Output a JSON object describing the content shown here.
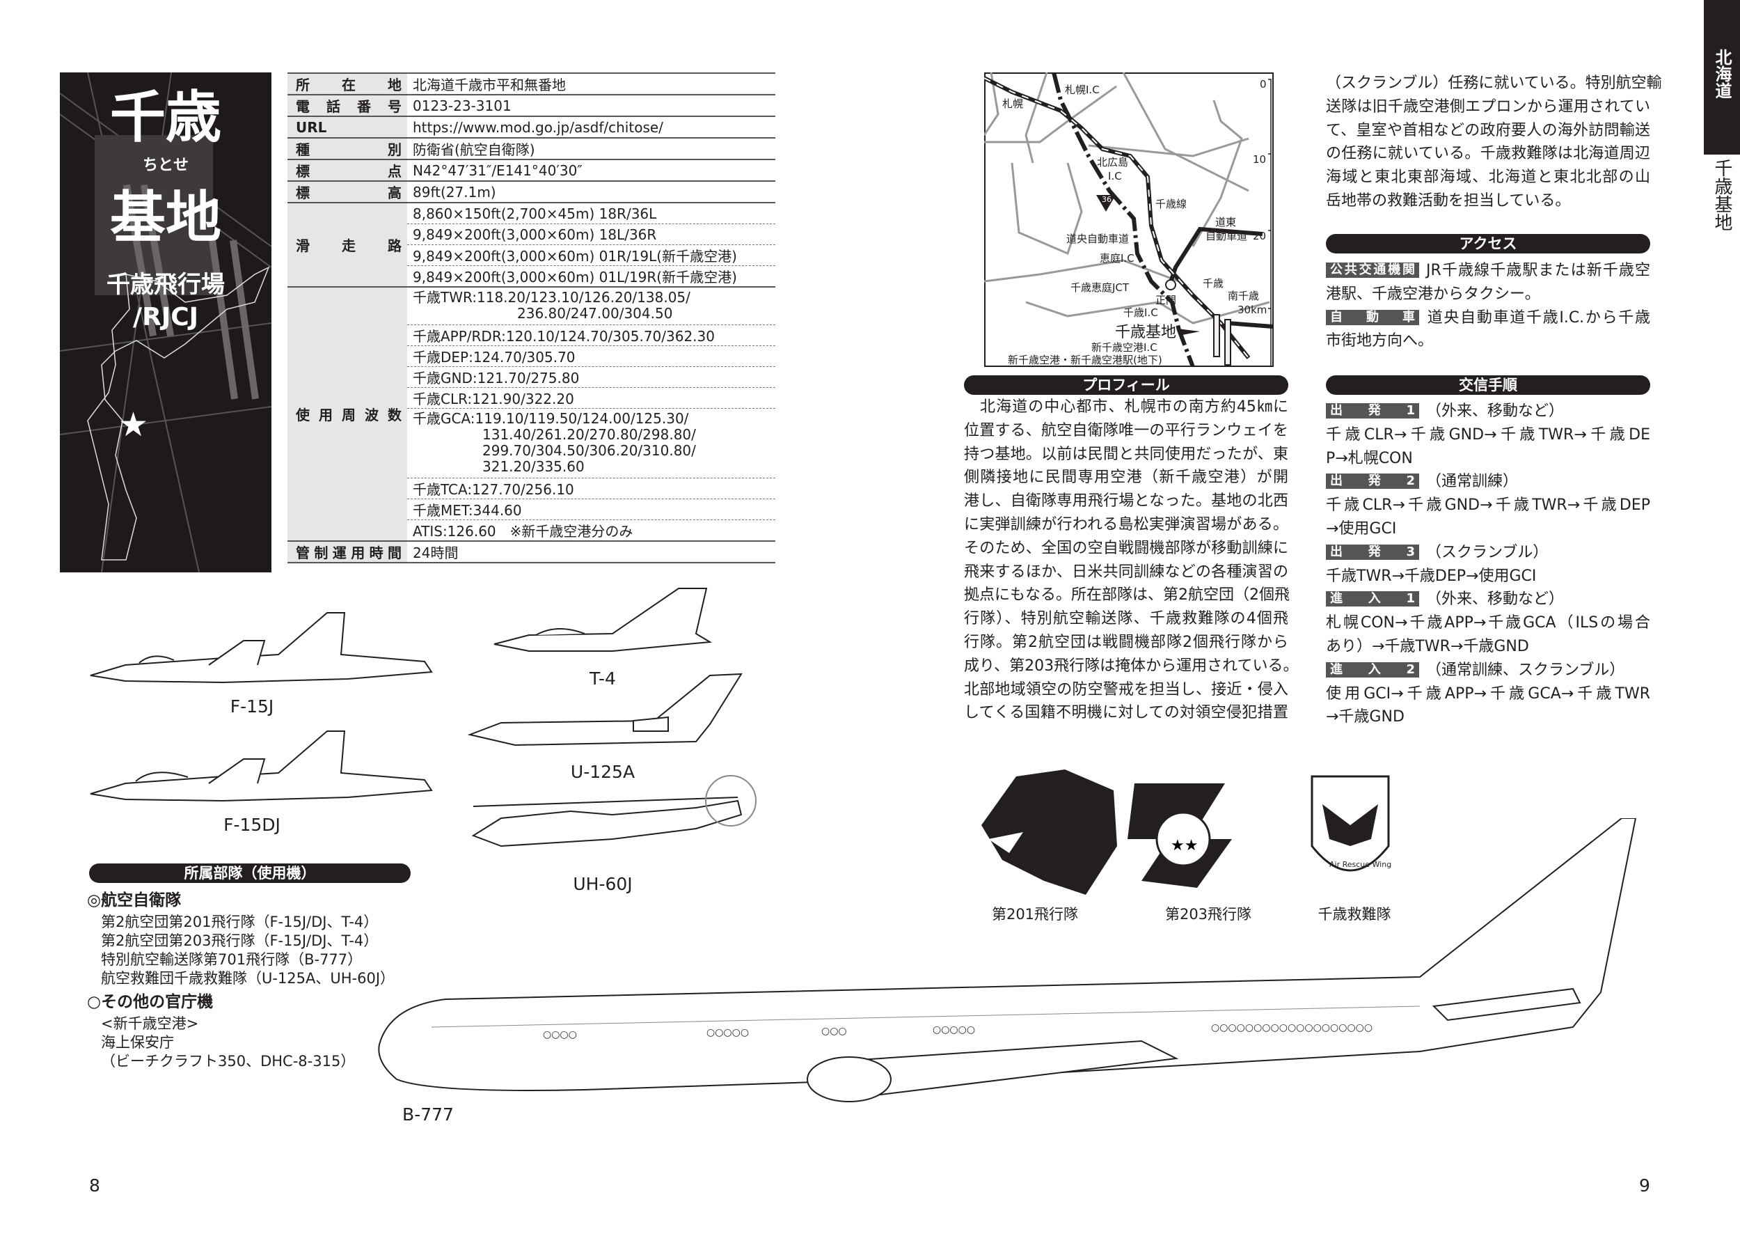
{
  "title_block": {
    "name_top": "千歳",
    "reading": "ちとせ",
    "name_bottom": "基地",
    "airfield": "千歳飛行場",
    "icao": "/RJCJ"
  },
  "info": {
    "rows": [
      {
        "label": "所在地",
        "value": "北海道千歳市平和無番地"
      },
      {
        "label": "電話番号",
        "value": "0123-23-3101"
      },
      {
        "label": "URL",
        "value": "https://www.mod.go.jp/asdf/chitose/"
      },
      {
        "label": "種別",
        "value": "防衛省(航空自衛隊)"
      },
      {
        "label": "標点",
        "value": "N42°47′31″/E141°40′30″"
      },
      {
        "label": "標高",
        "value": "89ft(27.1m)"
      }
    ],
    "runway_label": "滑走路",
    "runways": [
      "8,860×150ft(2,700×45m) 18R/36L",
      "9,849×200ft(3,000×60m) 18L/36R",
      "9,849×200ft(3,000×60m) 01R/19L(新千歳空港)",
      "9,849×200ft(3,000×60m) 01L/19R(新千歳空港)"
    ],
    "freq_label": "使用周波数",
    "freq": {
      "twr": [
        "千歳TWR:118.20/123.10/126.20/138.05/",
        "236.80/247.00/304.50"
      ],
      "app": "千歳APP/RDR:120.10/124.70/305.70/362.30",
      "dep": "千歳DEP:124.70/305.70",
      "gnd": "千歳GND:121.70/275.80",
      "clr": "千歳CLR:121.90/322.20",
      "gca": [
        "千歳GCA:119.10/119.50/124.00/125.30/",
        "131.40/261.20/270.80/298.80/",
        "299.70/304.50/306.20/310.80/",
        "321.20/335.60"
      ],
      "tca": "千歳TCA:127.70/256.10",
      "met": "千歳MET:344.60",
      "atis": "ATIS:126.60　※新千歳空港分のみ"
    },
    "hours_label": "管制運用時間",
    "hours": "24時間"
  },
  "map": {
    "labels": {
      "sapporo_ic": "札幌I.C",
      "sapporo": "札幌",
      "kitahiroshima": "北広島",
      "kitahiroshima_ic": "I.C",
      "route": "36",
      "chitose_line": "千歳線",
      "doto1": "道東",
      "doto2": "自動車道",
      "doo": "道央自動車道",
      "eniwa_ic": "恵庭I.C",
      "jct": "千歳恵庭JCT",
      "chitose": "千歳",
      "main_gate": "正門",
      "minami_chitose": "南千歳",
      "chitose_ic": "千歳I.C",
      "base": "千歳基地",
      "nca_ic": "新千歳空港I.C",
      "nca_station": "新千歳空港・新千歳空港駅(地下)"
    },
    "scale": [
      "0",
      "10",
      "20",
      "30km"
    ]
  },
  "profile": {
    "heading": "プロフィール",
    "lines": [
      "　北海道の中心都市、札幌市の南方約45㎞に",
      "位置する、航空自衛隊唯一の平行ランウェイを",
      "持つ基地。以前は民間と共同使用だったが、東",
      "側隣接地に民間専用空港（新千歳空港）が開",
      "港し、自衛隊専用飛行場となった。基地の北西",
      "に実弾訓練が行われる島松実弾演習場がある。",
      "そのため、全国の空自戦闘機部隊が移動訓練に",
      "飛来するほか、日米共同訓練などの各種演習の",
      "拠点にもなる。所在部隊は、第2航空団（2個飛",
      "行隊）、特別航空輸送隊、千歳救難隊の4個飛",
      "行隊。第2航空団は戦闘機部隊2個飛行隊から",
      "成り、第203飛行隊は掩体から運用されている。",
      "北部地域領空の防空警戒を担当し、接近・侵入",
      "してくる国籍不明機に対しての対領空侵犯措置"
    ],
    "cont_lines": [
      "（スクランブル）任務に就いている。特別航空輸",
      "送隊は旧千歳空港側エプロンから運用されてい",
      "て、皇室や首相などの政府要人の海外訪問輸送",
      "の任務に就いている。千歳救難隊は北海道周辺",
      "海域と東北東部海域、北海道と東北北部の山",
      "岳地帯の救難活動を担当している。"
    ]
  },
  "access": {
    "heading": "アクセス",
    "items": [
      {
        "label": "公共交通機関",
        "lines": [
          "JR千歳線千歳駅または新千歳空",
          "港駅、千歳空港からタクシー。"
        ]
      },
      {
        "label": "自動車",
        "lines": [
          "道央自動車道千歳I.C.から千歳",
          "市街地方向へ。"
        ]
      }
    ]
  },
  "procedures": {
    "heading": "交信手順",
    "items": [
      {
        "label": "出発1",
        "note": "（外来、移動など）",
        "lines": [
          "千歳CLR→千歳GND→千歳TWR→千歳DE",
          "P→札幌CON"
        ]
      },
      {
        "label": "出発2",
        "note": "（通常訓練）",
        "lines": [
          "千歳CLR→千歳GND→千歳TWR→千歳DEP",
          "→使用GCI"
        ]
      },
      {
        "label": "出発3",
        "note": "（スクランブル）",
        "lines": [
          "千歳TWR→千歳DEP→使用GCI"
        ]
      },
      {
        "label": "進入1",
        "note": "（外来、移動など）",
        "lines": [
          "札幌CON→千歳APP→千歳GCA（ILSの場合",
          "あり）→千歳TWR→千歳GND"
        ]
      },
      {
        "label": "進入2",
        "note": "（通常訓練、スクランブル）",
        "lines": [
          "使用GCI→千歳APP→千歳GCA→千歳TWR",
          "→千歳GND"
        ]
      }
    ]
  },
  "units": {
    "heading": "所属部隊（使用機）",
    "asdf_heading": "◎航空自衛隊",
    "asdf": [
      "第2航空団第201飛行隊（F-15J/DJ、T-4）",
      "第2航空団第203飛行隊（F-15J/DJ、T-4）",
      "特別航空輸送隊第701飛行隊（B-777）",
      "航空救難団千歳救難隊（U-125A、UH-60J）"
    ],
    "other_heading": "○その他の官庁機",
    "other": [
      "<新千歳空港>",
      "海上保安庁",
      "（ビーチクラフト350、DHC-8-315）"
    ]
  },
  "aircraft": {
    "f15j": "F-15J",
    "t4": "T-4",
    "u125a": "U-125A",
    "f15dj": "F-15DJ",
    "uh60j": "UH-60J",
    "b777": "B-777"
  },
  "emblems": {
    "sq201": "第201飛行隊",
    "sq203": "第203飛行隊",
    "rescue": "千歳救難隊",
    "rescue_motto": "Air Rescue Wing"
  },
  "side_tab": {
    "region": "北海道",
    "base": "千歳基地"
  },
  "pages": {
    "left": "8",
    "right": "9"
  }
}
